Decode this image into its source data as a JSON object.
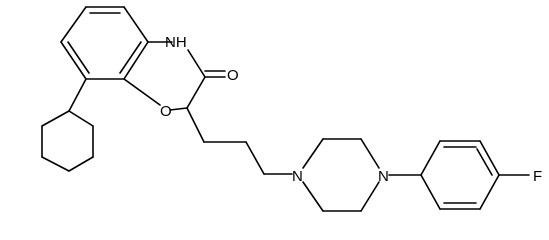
{
  "molecule": {
    "atoms": {
      "nh": "NH",
      "carbonyl_o": "O",
      "ring_o": "O",
      "n1": "N",
      "n2": "N",
      "f": "F"
    }
  },
  "colors": {
    "bond": "#000000",
    "background": "#ffffff"
  }
}
